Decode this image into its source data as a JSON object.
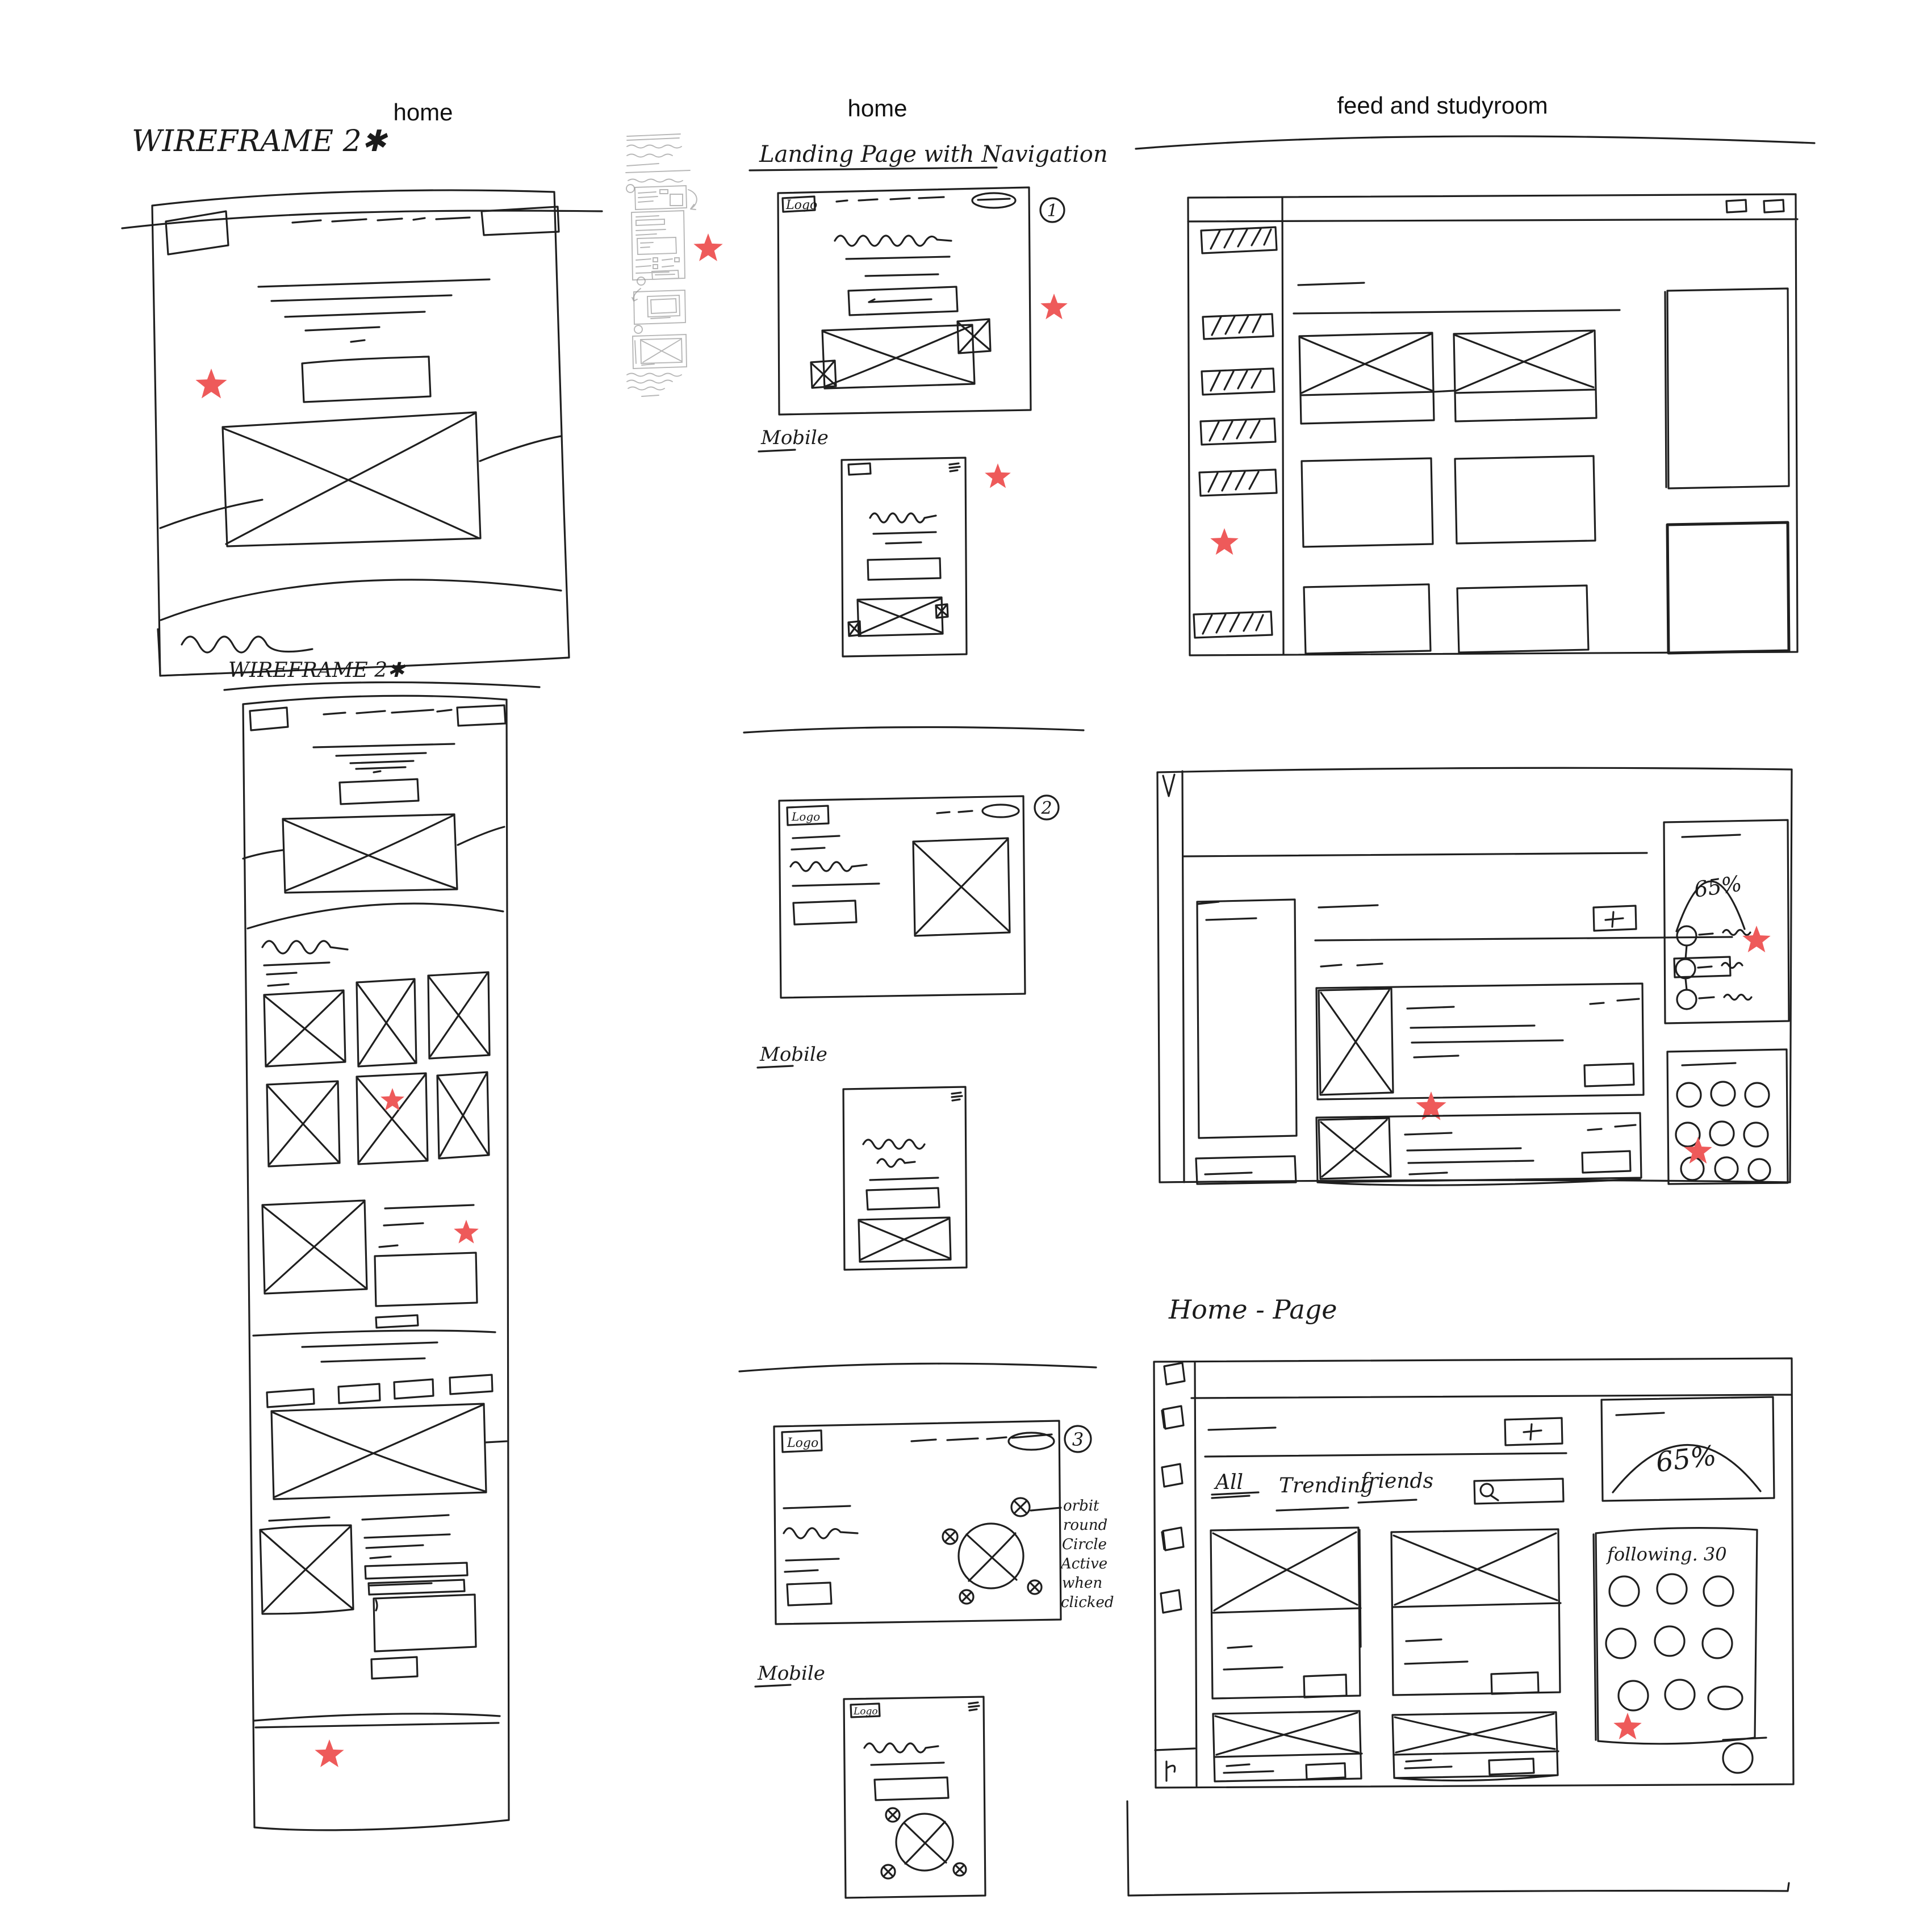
{
  "canvas": {
    "background": "#ffffff",
    "ink_color": "#1f1f1f",
    "note_ink_color": "#8a8a8a",
    "star_color": "#ee5a5a",
    "vote_star_count": 13
  },
  "labels": {
    "left_column": "home",
    "middle_column": "home",
    "right_column": "feed and studyroom"
  },
  "left_column": {
    "wireframe_title_top": "WIREFRAME 2✱",
    "wireframe_title_long": "WIREFRAME 2✱"
  },
  "middle_column": {
    "section_title": "Landing Page with Navigation",
    "desktop_1": {
      "badge": "1",
      "logo_label": "Logo"
    },
    "mobile_1_label": "Mobile",
    "desktop_2": {
      "badge": "2",
      "logo_label": "Logo"
    },
    "mobile_2_label": "Mobile",
    "desktop_3": {
      "badge": "3",
      "logo_label": "Logo",
      "annotation_lines": [
        "orbit",
        "round",
        "Circle",
        "Active",
        "when",
        "clicked"
      ]
    },
    "mobile_3_label": "Mobile",
    "mobile_3": {
      "logo_label": "Logo"
    }
  },
  "right_column": {
    "studyroom_window": {
      "progress_value": "65%"
    },
    "home_page_title": "Home - Page",
    "home_page_window": {
      "tabs": [
        "All",
        "Trending",
        "friends"
      ],
      "progress_value": "65%",
      "following_label": "following. 30"
    }
  },
  "icons": {
    "vote_star": "red five-point star marker",
    "plus": "plus button",
    "search": "magnifier",
    "hamburger": "mobile menu",
    "window_controls": "two small rectangles"
  }
}
